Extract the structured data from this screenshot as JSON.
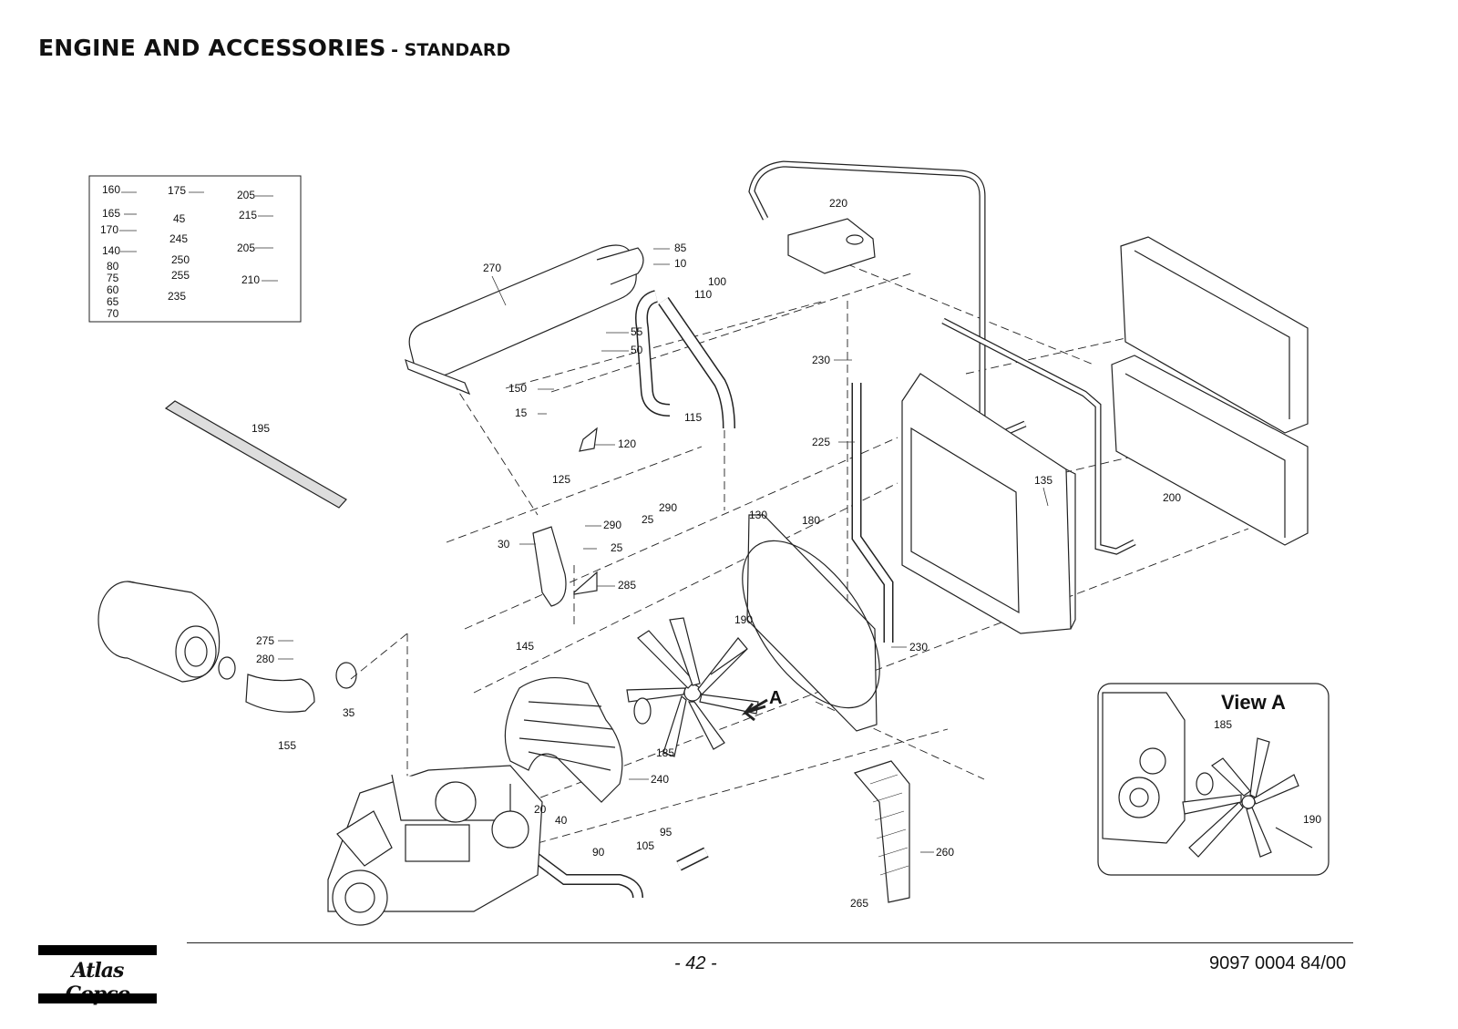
{
  "header": {
    "title": "ENGINE AND ACCESSORIES",
    "subtitle": "- STANDARD"
  },
  "footer": {
    "page_number": "- 42 -",
    "doc_number": "9097 0004 84/00",
    "logo_text": "Atlas Copco"
  },
  "inset": {
    "title": "View A"
  },
  "view_arrow_label": "A",
  "legend_box_labels": [
    "160",
    "165",
    "170",
    "140",
    "80",
    "75",
    "60",
    "65",
    "70",
    "175",
    "45",
    "245",
    "250",
    "255",
    "235",
    "205",
    "215",
    "205",
    "210"
  ],
  "callouts": [
    "270",
    "85",
    "10",
    "55",
    "50",
    "110",
    "100",
    "115",
    "150",
    "15",
    "120",
    "125",
    "220",
    "230",
    "225",
    "195",
    "135",
    "200",
    "30",
    "290",
    "25",
    "290",
    "25",
    "285",
    "130",
    "180",
    "190",
    "230",
    "275",
    "280",
    "35",
    "155",
    "145",
    "185",
    "240",
    "20",
    "40",
    "90",
    "105",
    "95",
    "260",
    "265",
    "185",
    "190"
  ]
}
